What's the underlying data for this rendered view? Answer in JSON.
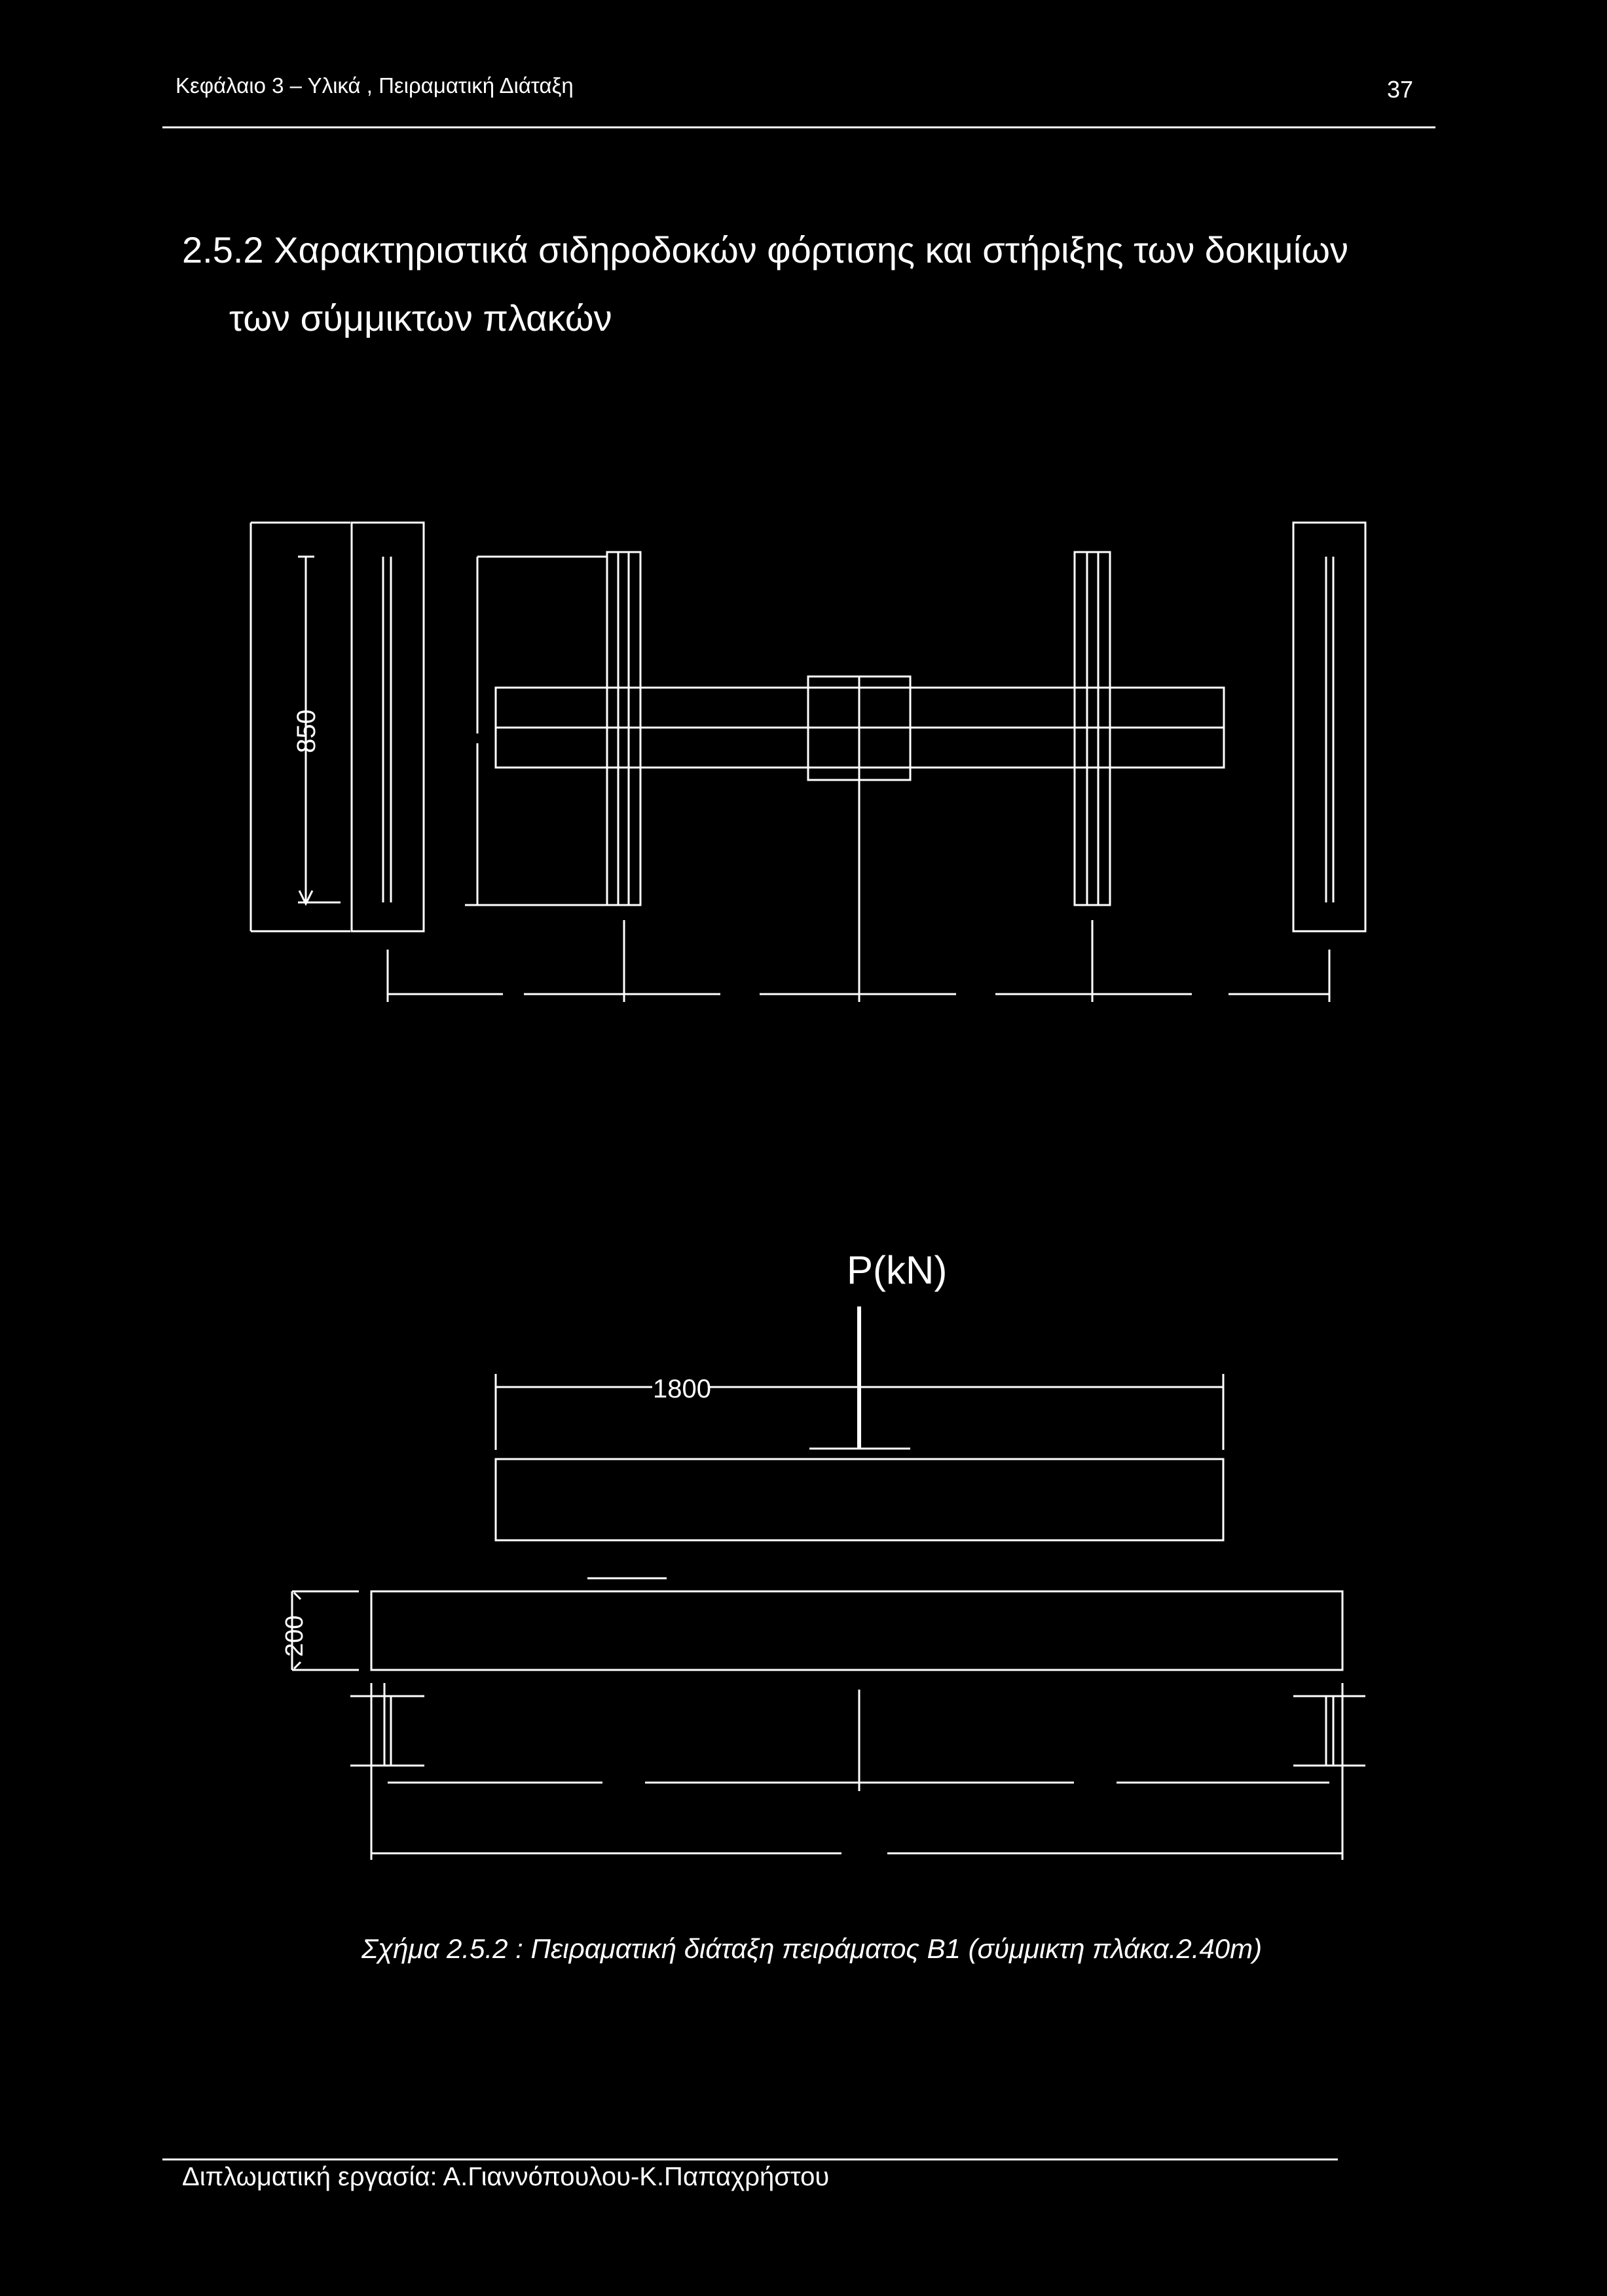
{
  "header": {
    "chapter": "Κεφάλαιο 3 – Υλικά , Πειραματική Διάταξη",
    "page_number": "37"
  },
  "section": {
    "number": "2.5.2",
    "title_line1": "Χαρακτηριστικά σιδηροδοκών φόρτισης και στήριξης των δοκιμίων",
    "title_line2": "των σύμμικτων πλακών"
  },
  "figure": {
    "dim_height_plan": "850",
    "load_label": "P(kN)",
    "dim_spreader": "1800",
    "dim_slab_thickness": "200"
  },
  "caption": "Σχήμα 2.5.2 : Πειραματική διάταξη πειράματος Β1 (σύμμικτη πλάκα.2.40m)",
  "footer": "Διπλωματική εργασία: Α.Γιαννόπουλου-Κ.Παπαχρήστου"
}
